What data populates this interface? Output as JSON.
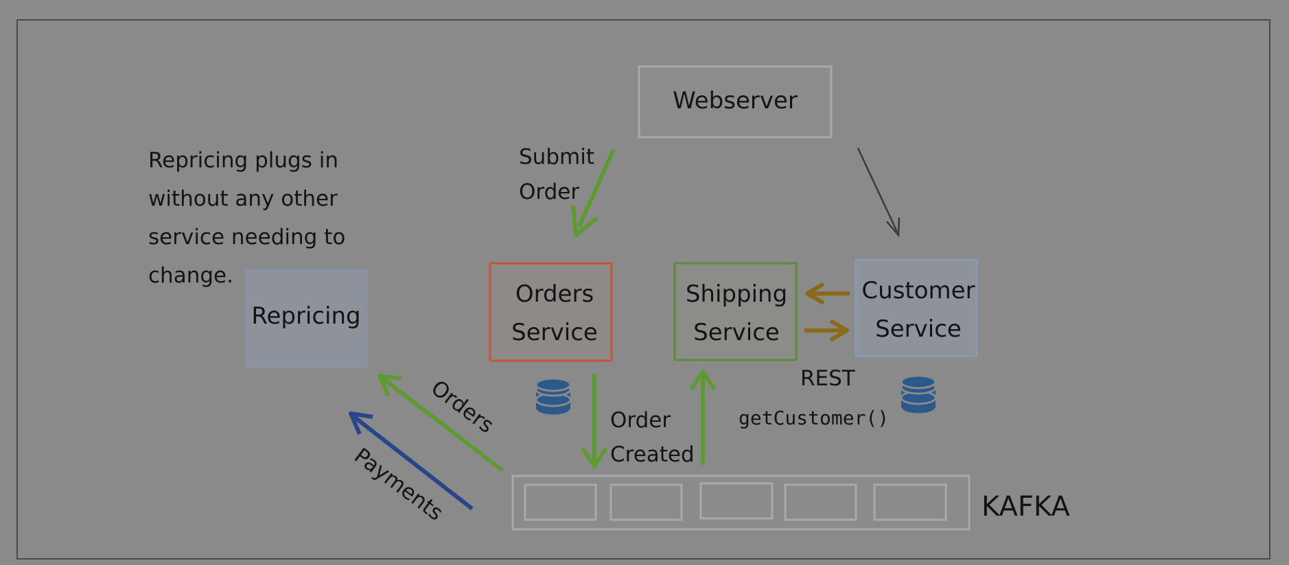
{
  "note": [
    "Repricing plugs in",
    "without any other",
    "service needing to",
    "change."
  ],
  "boxes": {
    "webserver": "Webserver",
    "repricing": "Repricing",
    "orders_service": [
      "Orders",
      "Service"
    ],
    "shipping_service": [
      "Shipping",
      "Service"
    ],
    "customer_service": [
      "Customer",
      "Service"
    ]
  },
  "edge_labels": {
    "submit_order": [
      "Submit",
      "Order"
    ],
    "order_created": [
      "Order",
      "Created"
    ],
    "orders": "Orders",
    "payments": "Payments",
    "rest": "REST",
    "get_customer": "getCustomer()"
  },
  "kafka_label": "KAFKA",
  "colors": {
    "background": "#8a8a8a",
    "orders_box": "#c4543a",
    "shipping_box": "#5e8a3c",
    "neutral_box": "#a9a9a9",
    "customer_box": "#8a99ad",
    "repricing_box": "#8794a8",
    "green_arrow": "#5e9a32",
    "blue_arrow": "#27468a",
    "gold_arrow": "#8a6a1a",
    "db_icon": "#2b5a8a"
  }
}
